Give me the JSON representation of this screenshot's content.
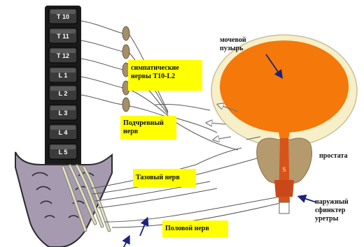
{
  "vertebrae": [
    "T 10",
    "T 11",
    "T 12",
    "L 1",
    "L 2",
    "L 3",
    "L 4",
    "L 5"
  ],
  "labels": {
    "sympathetic_line1": "симпатические",
    "sympathetic_line2": "нервы Т10-L2",
    "hypogastric_line1": "Подчревный",
    "hypogastric_line2": "нерв",
    "pelvic": "Тазовый нерв",
    "pudendal": "Половой нерв",
    "bladder_line1": "мочевой",
    "bladder_line2": "пузырь",
    "prostate": "простата",
    "sphincter_line1": "наружный",
    "sphincter_line2": "сфинктер",
    "sphincter_line3": "уретры",
    "segment_mark": "S"
  },
  "colors": {
    "highlight_box": "#ffff00",
    "bladder_fill": "#f5780a",
    "bladder_wall": "#f6efc8",
    "prostate": "#b59a6e",
    "sphincter": "#d8531a",
    "spine_dark": "#1a1a1a",
    "sacrum": "#a69ab0",
    "arrow": "#1a237e"
  }
}
